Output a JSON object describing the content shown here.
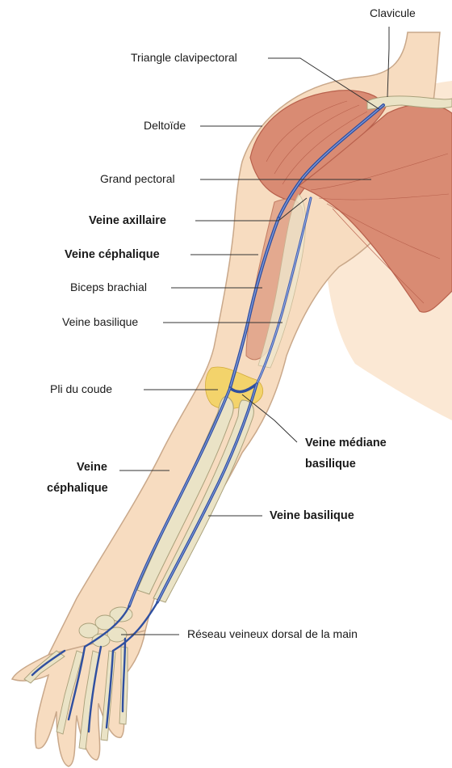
{
  "labels": {
    "clavicule": "Clavicule",
    "triangle_clavipectoral": "Triangle clavipectoral",
    "deltoide": "Deltoïde",
    "grand_pectoral": "Grand pectoral",
    "veine_axillaire": "Veine axillaire",
    "veine_cephalique_arm": "Veine céphalique",
    "biceps_brachial": "Biceps brachial",
    "veine_basilique_arm": "Veine basilique",
    "pli_du_coude": "Pli du coude",
    "veine_mediane_line1": "Veine médiane",
    "veine_mediane_line2": "basilique",
    "veine_cephalique_fore_line1": "Veine",
    "veine_cephalique_fore_line2": "céphalique",
    "veine_basilique_fore": "Veine basilique",
    "reseau_veineux": "Réseau veineux dorsal de la main"
  },
  "colors": {
    "skin": "#f7dcc0",
    "skin_outline": "#c9a88a",
    "muscle": "#d98b73",
    "muscle_dark": "#b8604c",
    "bone": "#eae3c6",
    "bone_outline": "#a9a07a",
    "vein": "#2f4fa0",
    "vein_light": "#7f98d8",
    "fat": "#f3d36b"
  }
}
